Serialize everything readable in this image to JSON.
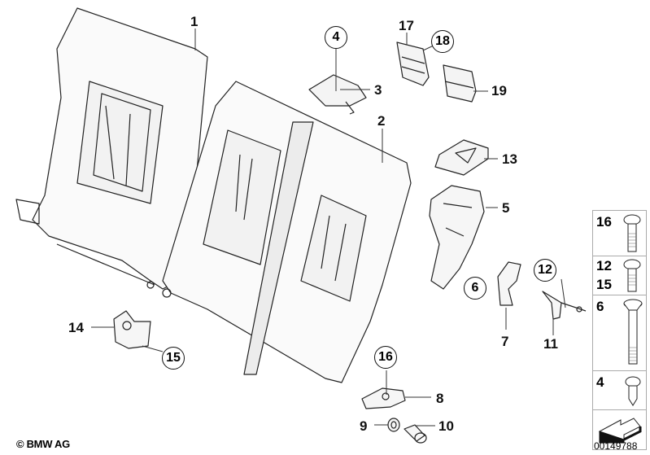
{
  "diagram": {
    "title": "BMW rear seat backrest frame parts diagram",
    "callouts": [
      {
        "id": "1",
        "style": "plain"
      },
      {
        "id": "2",
        "style": "plain"
      },
      {
        "id": "3",
        "style": "plain"
      },
      {
        "id": "4",
        "style": "circled"
      },
      {
        "id": "5",
        "style": "plain"
      },
      {
        "id": "6",
        "style": "circled"
      },
      {
        "id": "7",
        "style": "plain"
      },
      {
        "id": "8",
        "style": "plain"
      },
      {
        "id": "9",
        "style": "plain"
      },
      {
        "id": "10",
        "style": "plain"
      },
      {
        "id": "11",
        "style": "plain"
      },
      {
        "id": "12",
        "style": "circled"
      },
      {
        "id": "13",
        "style": "plain"
      },
      {
        "id": "14",
        "style": "plain"
      },
      {
        "id": "15",
        "style": "circled"
      },
      {
        "id": "16",
        "style": "circled"
      },
      {
        "id": "17",
        "style": "plain"
      },
      {
        "id": "18",
        "style": "circled"
      },
      {
        "id": "19",
        "style": "plain"
      }
    ],
    "labels": {
      "l1": "1",
      "l2": "2",
      "l3": "3",
      "l4": "4",
      "l5": "5",
      "l6": "6",
      "l7": "7",
      "l8": "8",
      "l9": "9",
      "l10": "10",
      "l11": "11",
      "l12": "12",
      "l13": "13",
      "l14": "14",
      "l15": "15",
      "l16": "16",
      "l17": "17",
      "l18": "18",
      "l19": "19"
    }
  },
  "fastener_legend": {
    "rows": [
      {
        "numbers": [
          "16"
        ],
        "icon": "torx-pan-head-bolt"
      },
      {
        "numbers": [
          "12",
          "15"
        ],
        "icon": "torx-pan-head-bolt"
      },
      {
        "numbers": [
          "6"
        ],
        "icon": "countersunk-torx-bolt"
      },
      {
        "numbers": [
          "4"
        ],
        "icon": "self-tapping-screw"
      },
      {
        "numbers": [],
        "icon": "direction-arrow"
      }
    ]
  },
  "footer": {
    "copyright": "© BMW AG",
    "diagram_number": "00149788"
  }
}
